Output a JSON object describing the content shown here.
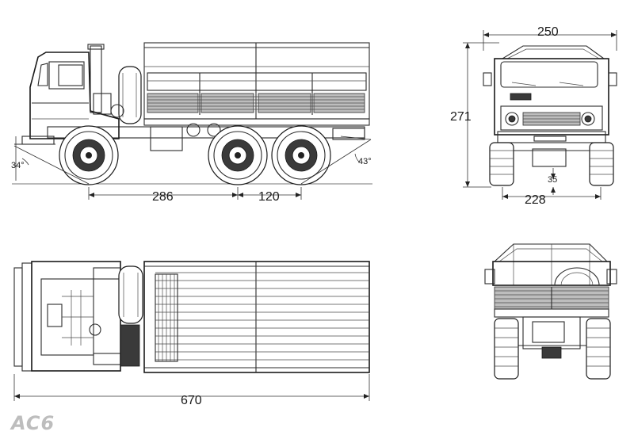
{
  "drawing": {
    "dimensions": {
      "side_wheelbase_front": "286",
      "side_wheelbase_rear": "120",
      "front_width": "250",
      "front_height": "271",
      "front_clearance": "35",
      "front_track": "228",
      "top_length": "670"
    },
    "angles": {
      "approach": "34°",
      "departure": "43°"
    },
    "logo": "AC6"
  }
}
